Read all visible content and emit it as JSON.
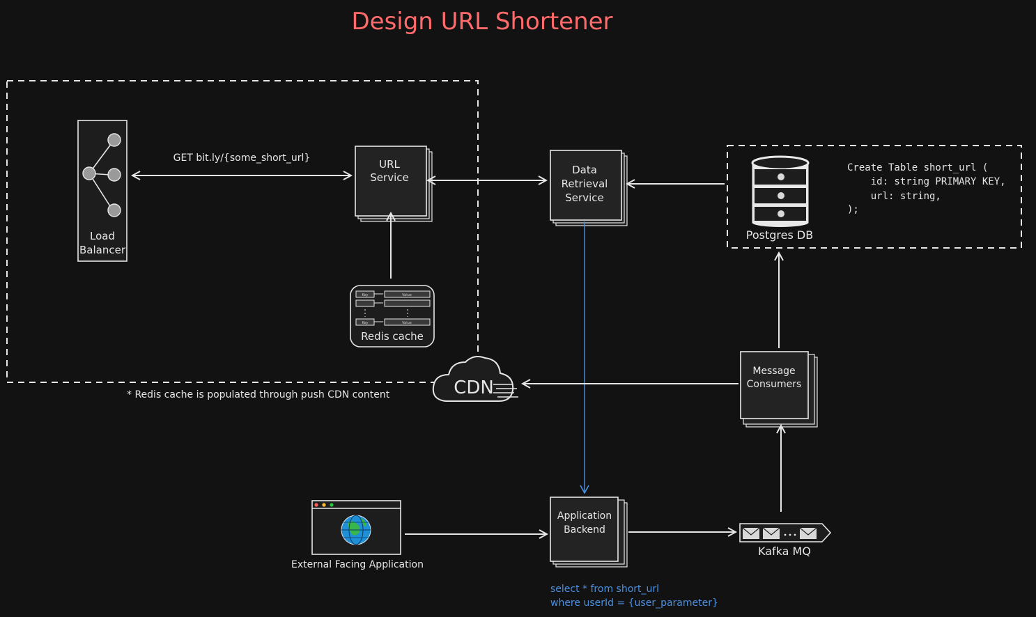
{
  "title": "Design URL Shortener",
  "colors": {
    "background": "#121212",
    "title": "#ff6b6b",
    "stroke": "#e6e6e6",
    "box_fill": "#232323",
    "blue": "#4a90e2"
  },
  "nodes": {
    "load_balancer": {
      "line1": "Load",
      "line2": "Balancer"
    },
    "url_service": {
      "line1": "URL",
      "line2": "Service"
    },
    "data_retrieval": {
      "line1": "Data",
      "line2": "Retrieval",
      "line3": "Service"
    },
    "postgres": {
      "label": "Postgres DB"
    },
    "redis": {
      "label": "Redis cache",
      "key": "Key",
      "value": "Value"
    },
    "cdn": {
      "label": "CDN"
    },
    "message_consumers": {
      "line1": "Message",
      "line2": "Consumers"
    },
    "application_backend": {
      "line1": "Application",
      "line2": "Backend"
    },
    "kafka": {
      "label": "Kafka MQ"
    },
    "external_app": {
      "label": "External Facing Application"
    }
  },
  "edges": {
    "get_request": "GET bit.ly/{some_short_url}"
  },
  "notes": {
    "redis_note": "* Redis cache is populated through push CDN content",
    "schema": [
      "Create Table short_url (",
      "    id: string PRIMARY KEY,",
      "    url: string,",
      ");"
    ],
    "query": [
      "select * from short_url",
      "where userId = {user_parameter}"
    ]
  }
}
